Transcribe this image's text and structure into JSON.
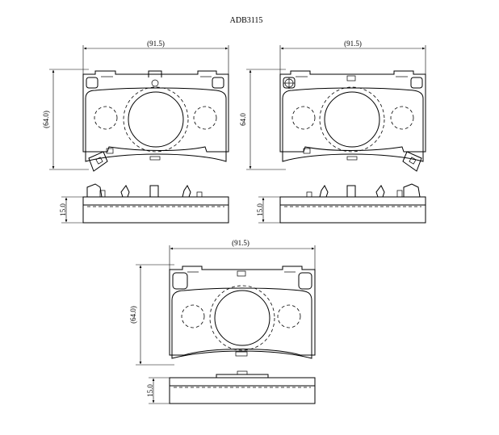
{
  "title": "ADB3115",
  "dimensions": {
    "width_label": "(91.5)",
    "height_label": "(64.0)",
    "height_label_plain": "64.0",
    "thickness_label": "15.0"
  }
}
